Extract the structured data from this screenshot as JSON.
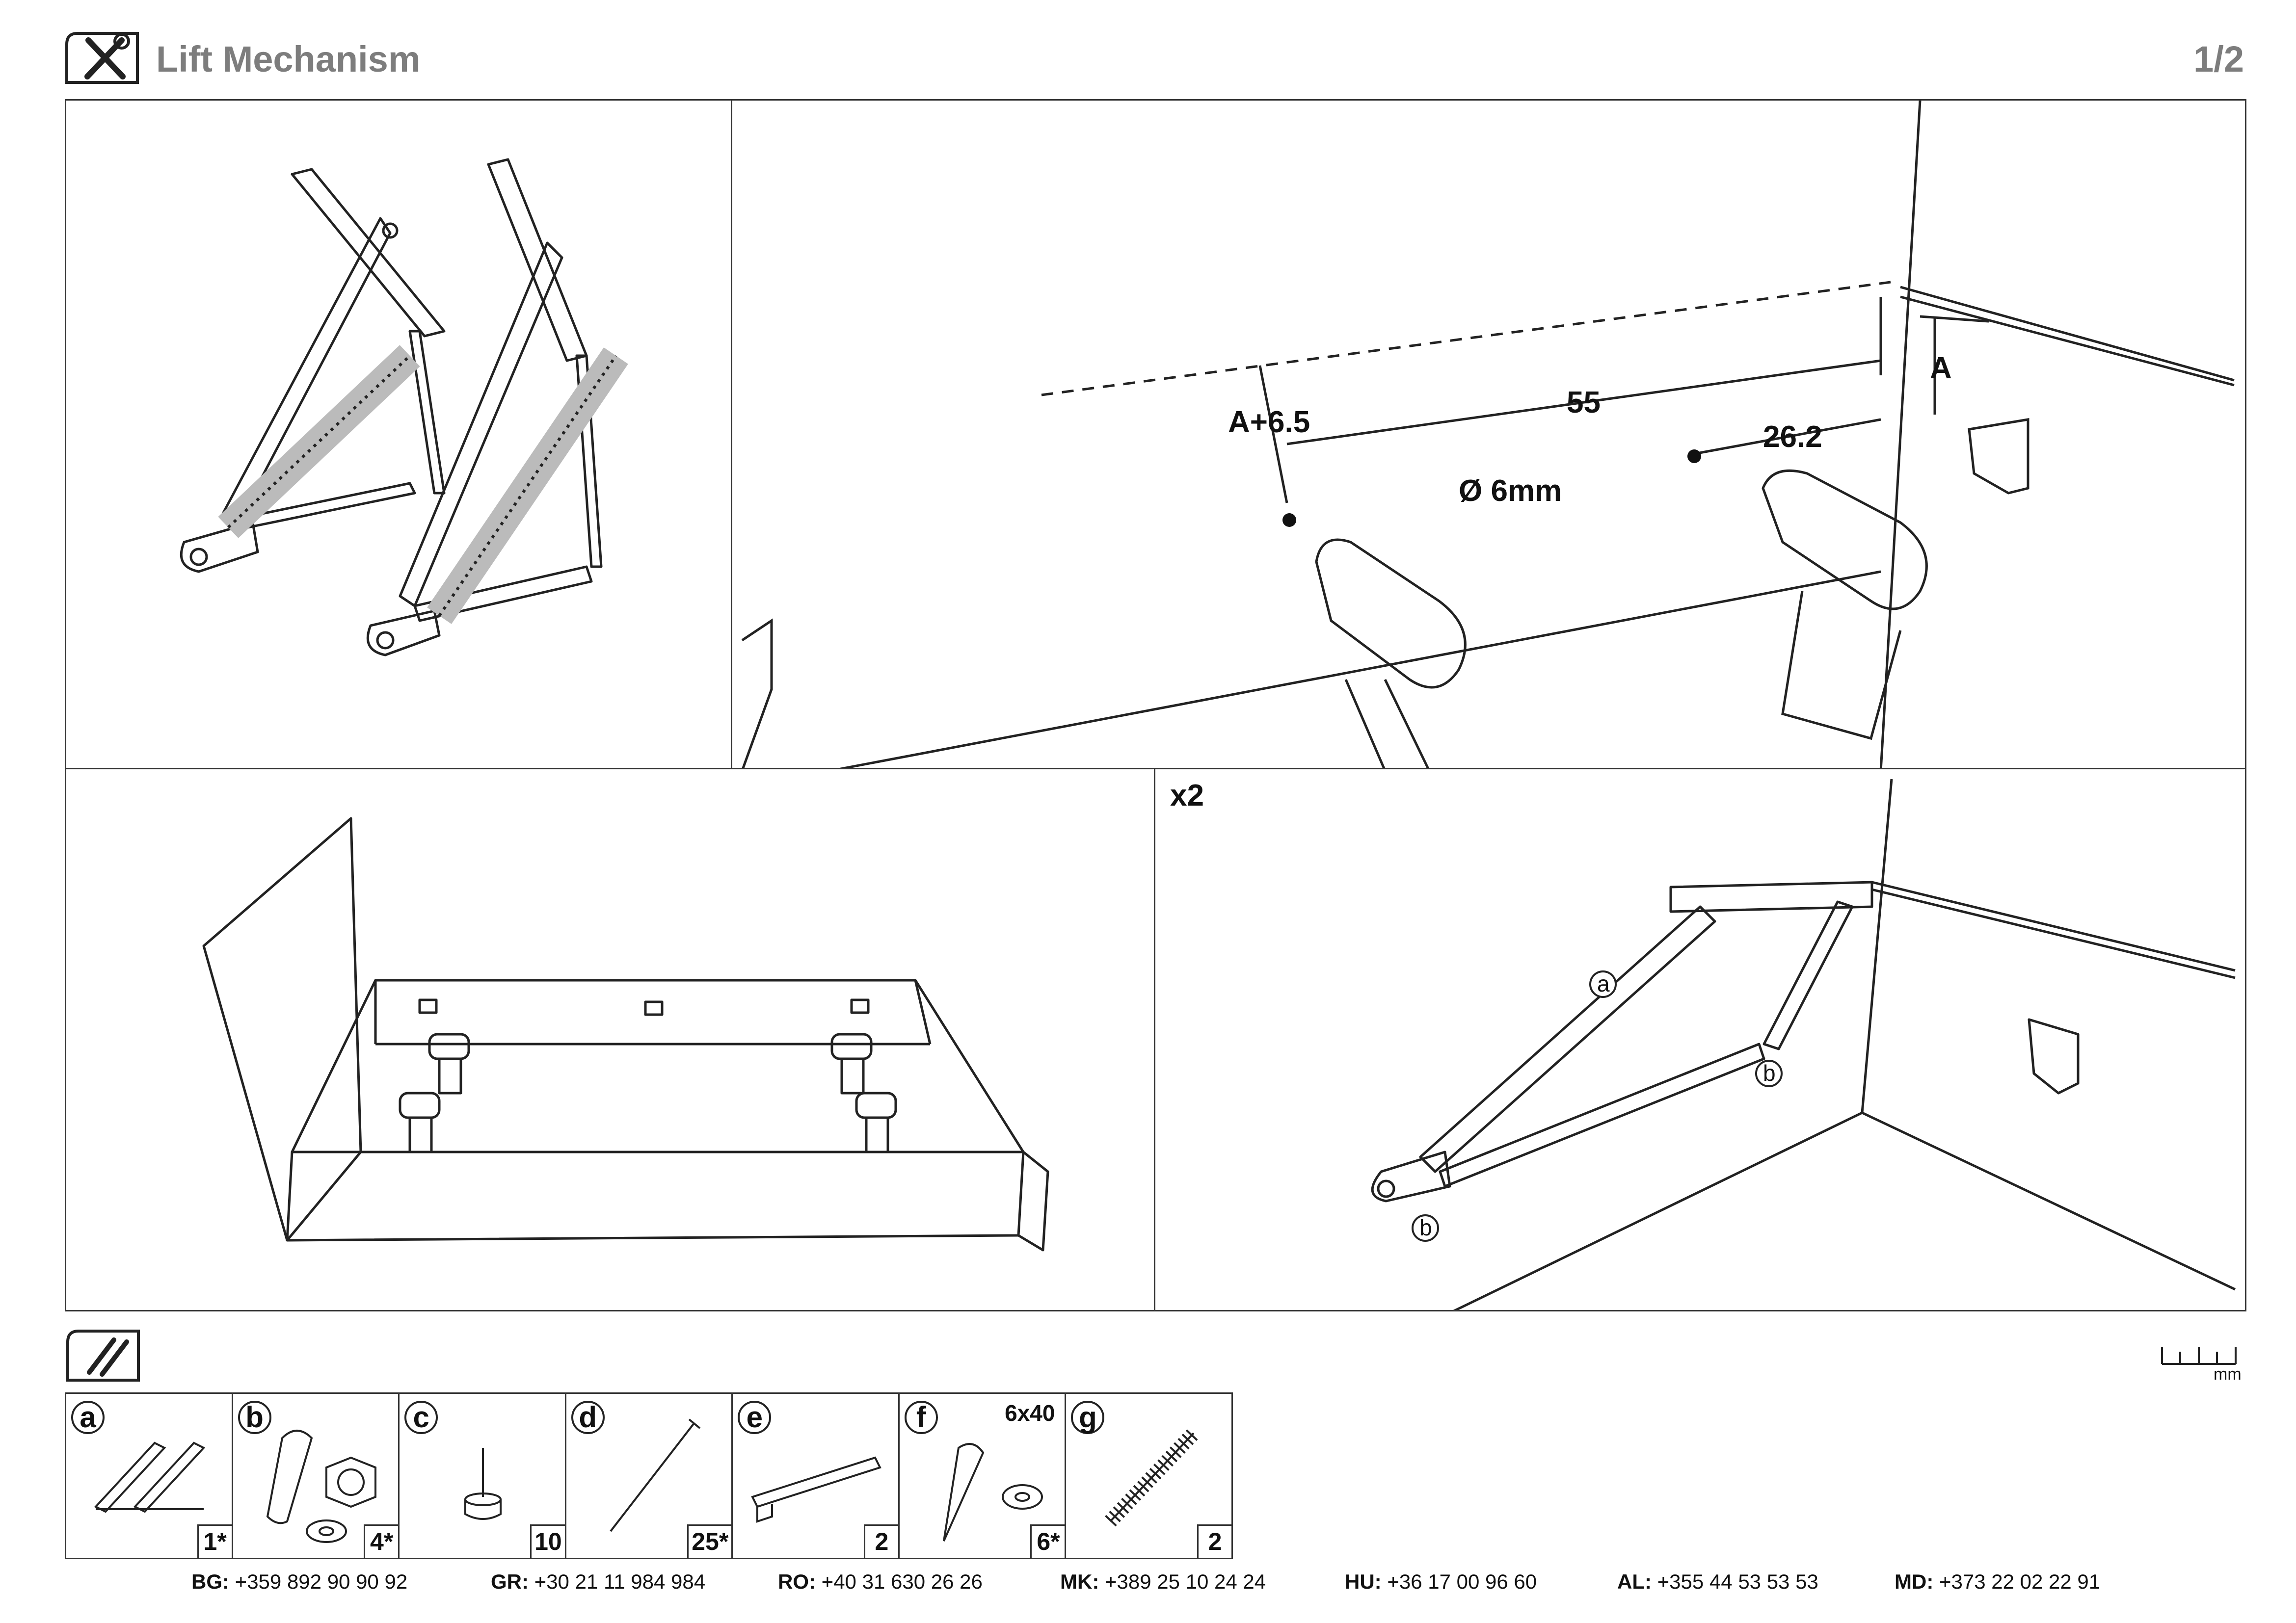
{
  "header": {
    "title": "Lift Mechanism",
    "page": "1/2",
    "icon": "tools-icon"
  },
  "panels": {
    "drilling": {
      "dim_a_plus": "A+6.5",
      "dim_55": "55",
      "dim_262": "26.2",
      "dim_a": "A",
      "drill_size": "Ø 6mm"
    },
    "mounting": {
      "multiplier": "x2",
      "label_a": "a",
      "label_b1": "b",
      "label_b2": "b"
    }
  },
  "parts_icon": "hardware-icon",
  "ruler": {
    "unit": "mm"
  },
  "parts": [
    {
      "letter": "a",
      "qty": "1*",
      "spec": ""
    },
    {
      "letter": "b",
      "qty": "4*",
      "spec": ""
    },
    {
      "letter": "c",
      "qty": "10",
      "spec": ""
    },
    {
      "letter": "d",
      "qty": "25*",
      "spec": ""
    },
    {
      "letter": "e",
      "qty": "2",
      "spec": ""
    },
    {
      "letter": "f",
      "qty": "6*",
      "spec": "6x40"
    },
    {
      "letter": "g",
      "qty": "2",
      "spec": ""
    }
  ],
  "contacts": [
    {
      "code": "BG:",
      "phone": "+359 892 90 90 92"
    },
    {
      "code": "GR:",
      "phone": "+30 21 11 984 984"
    },
    {
      "code": "RO:",
      "phone": "+40 31 630 26 26"
    },
    {
      "code": "MK:",
      "phone": "+389 25 10 24 24"
    },
    {
      "code": "HU:",
      "phone": "+36 17 00 96 60"
    },
    {
      "code": "AL:",
      "phone": "+355 44 53 53 53"
    },
    {
      "code": "MD:",
      "phone": "+373 22 02 22 91"
    }
  ]
}
